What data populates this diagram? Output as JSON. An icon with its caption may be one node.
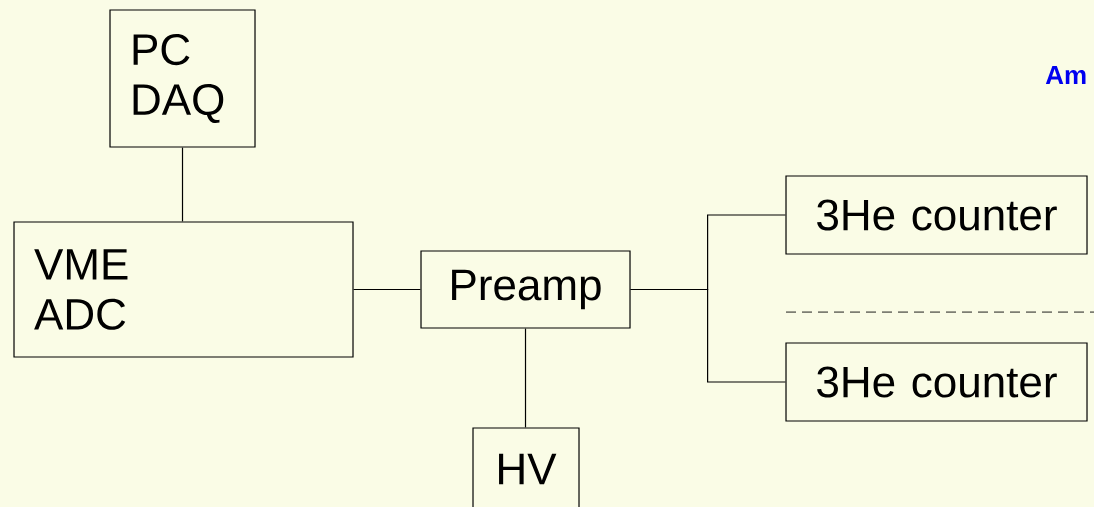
{
  "diagram": {
    "nodes": [
      {
        "text": [
          "PC DAQ"
        ]
      },
      {
        "text": [
          "VME ADC"
        ]
      },
      {
        "text": [
          "Preamp"
        ]
      },
      {
        "text": [
          "3He counter"
        ]
      },
      {
        "text": [
          "3He counter"
        ]
      },
      {
        "text": [
          "HV"
        ]
      }
    ],
    "edges": [
      {
        "from": 0,
        "to": 1,
        "arrow": "none"
      },
      {
        "from": 1,
        "to": 2,
        "arrow": "none"
      },
      {
        "from": 2,
        "to": 3,
        "arrow": "none"
      },
      {
        "from": 2,
        "to": 4,
        "arrow": "none"
      },
      {
        "from": 2,
        "to": 5,
        "arrow": "none"
      }
    ],
    "labels": [
      "Am"
    ]
  }
}
